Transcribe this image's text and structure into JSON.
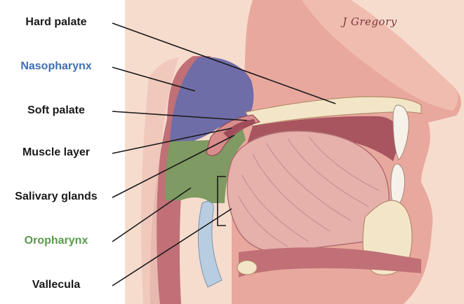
{
  "signature": "J Gregory",
  "labels": [
    {
      "text": "Hard palate",
      "color": "#1a1a1a"
    },
    {
      "text": "Nasopharynx",
      "color": "#3f6fb0"
    },
    {
      "text": "Soft palate",
      "color": "#1a1a1a"
    },
    {
      "text": "Muscle layer",
      "color": "#1a1a1a"
    },
    {
      "text": "Salivary glands",
      "color": "#1a1a1a"
    },
    {
      "text": "Oropharynx",
      "color": "#5a9a4a"
    },
    {
      "text": "Vallecula",
      "color": "#1a1a1a"
    }
  ],
  "colors": {
    "background": "#f6dccd",
    "skin": "#eebfb0",
    "nasopharynx_region": "#6f6da8",
    "oropharynx_region": "#7f9a62",
    "tongue": "#e6b0ab",
    "bone": "#f3e6c8",
    "muscle": "#a04c5a"
  }
}
